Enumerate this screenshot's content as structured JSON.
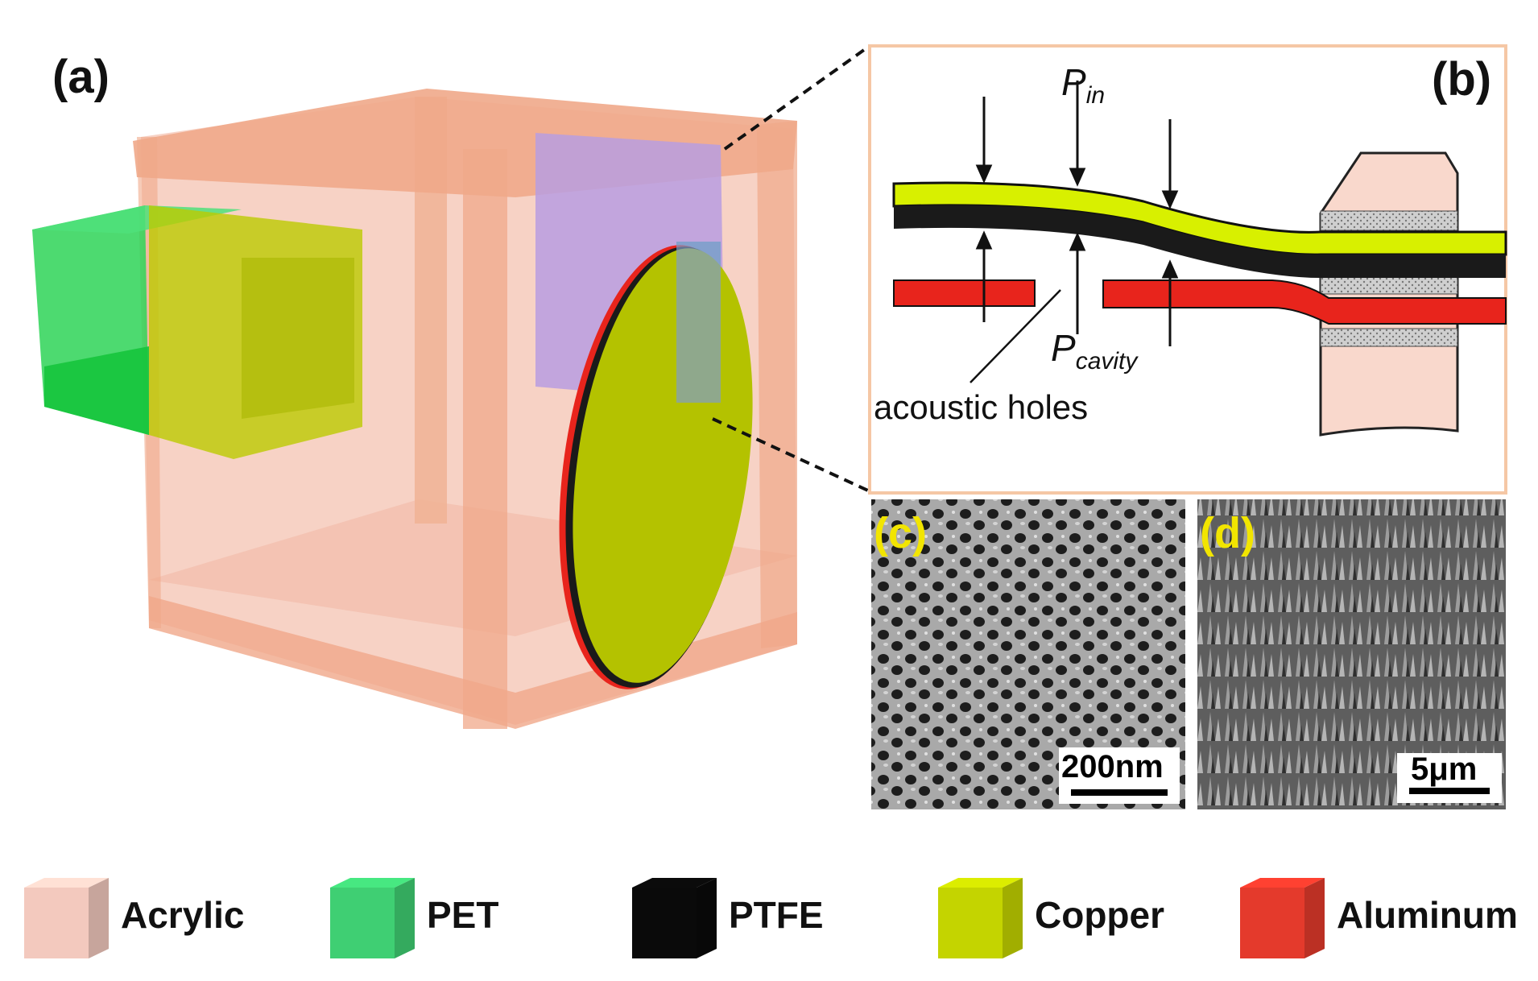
{
  "panels": {
    "a": {
      "label": "(a)"
    },
    "b": {
      "label": "(b)",
      "pressure_in": {
        "symbol": "P",
        "subscript": "in"
      },
      "pressure_cavity": {
        "symbol": "P",
        "subscript": "cavity"
      },
      "annotation": "acoustic holes"
    },
    "c": {
      "label": "(c)",
      "scale_bar": "200nm"
    },
    "d": {
      "label": "(d)",
      "scale_bar": "5μm"
    }
  },
  "legend": [
    {
      "label": "Acrylic",
      "color": "#f3c9be"
    },
    {
      "label": "PET",
      "color": "#3fcf73"
    },
    {
      "label": "PTFE",
      "color": "#0a0a0a"
    },
    {
      "label": "Copper",
      "color": "#c4d400"
    },
    {
      "label": "Aluminum",
      "color": "#e43a2c"
    }
  ],
  "colors": {
    "acrylic_frame": "#f0b394",
    "acrylic_panel": "#f6cdbf",
    "pet": "#2ed457",
    "copper": "#bcca00",
    "copper_membrane": "#d8f000",
    "ptfe": "#1a1a1a",
    "aluminum": "#e8241c",
    "purple_panel": "#b89ee0",
    "inset_border": "#f5c7a5",
    "sem_label": "#f2e500"
  }
}
